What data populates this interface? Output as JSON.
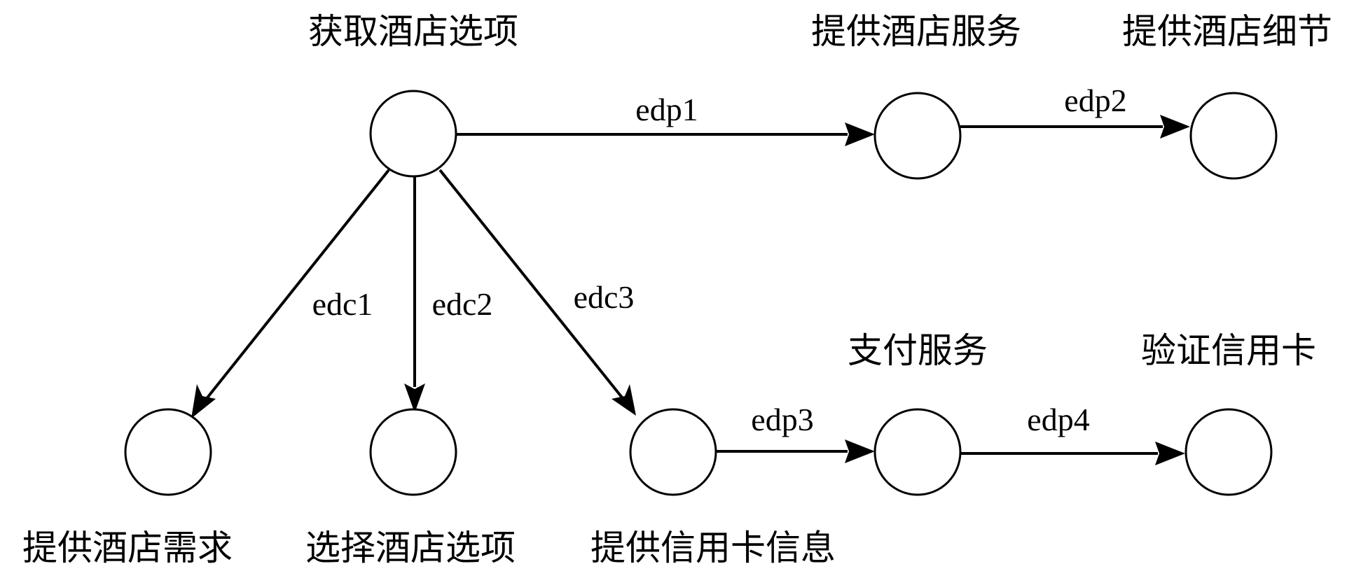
{
  "nodes": {
    "get_hotel_options": {
      "label": "获取酒店选项"
    },
    "provide_hotel_service": {
      "label": "提供酒店服务"
    },
    "provide_hotel_details": {
      "label": "提供酒店细节"
    },
    "provide_hotel_requirements": {
      "label": "提供酒店需求"
    },
    "select_hotel_option": {
      "label": "选择酒店选项"
    },
    "provide_credit_card_info": {
      "label": "提供信用卡信息"
    },
    "payment_service": {
      "label": "支付服务"
    },
    "verify_credit_card": {
      "label": "验证信用卡"
    }
  },
  "edges": {
    "edp1": {
      "label": "edp1",
      "from": "获取酒店选项",
      "to": "提供酒店服务"
    },
    "edp2": {
      "label": "edp2",
      "from": "提供酒店服务",
      "to": "提供酒店细节"
    },
    "edc1": {
      "label": "edc1",
      "from": "获取酒店选项",
      "to": "提供酒店需求"
    },
    "edc2": {
      "label": "edc2",
      "from": "获取酒店选项",
      "to": "选择酒店选项"
    },
    "edc3": {
      "label": "edc3",
      "from": "获取酒店选项",
      "to": "提供信用卡信息"
    },
    "edp3": {
      "label": "edp3",
      "from": "提供信用卡信息",
      "to": "支付服务"
    },
    "edp4": {
      "label": "edp4",
      "from": "支付服务",
      "to": "验证信用卡"
    }
  }
}
